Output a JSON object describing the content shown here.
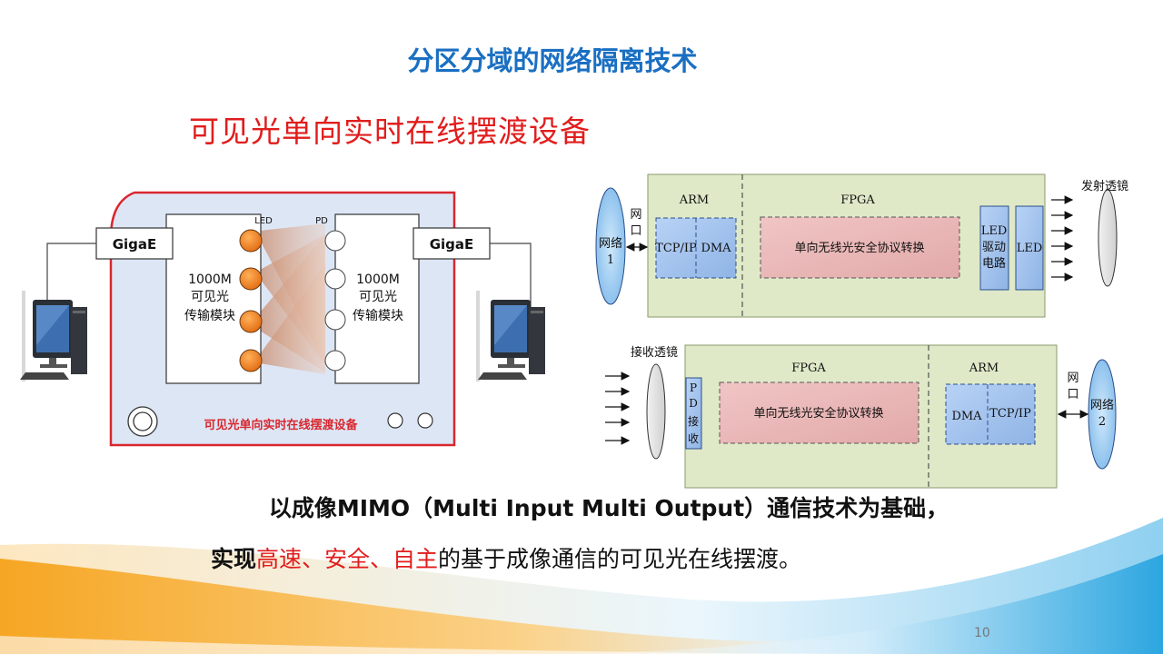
{
  "slide": {
    "title": "分区分域的网络隔离技术",
    "subtitle": "可见光单向实时在线摆渡设备",
    "line1": "以成像MIMO（Multi Input Multi Output）通信技术为基础，",
    "line2": {
      "prefix": "实现",
      "highlight": "高速、安全、自主",
      "suffix": "的基于成像通信的可见光在线摆渡。"
    },
    "page_number": "10"
  },
  "device_diagram": {
    "gige_left": "GigaE",
    "gige_right": "GigaE",
    "led_label": "LED",
    "pd_label": "PD",
    "module_left": [
      "1000M",
      "可见光",
      "传输模块"
    ],
    "module_right": [
      "1000M",
      "可见光",
      "传输模块"
    ],
    "device_name": "可见光单向实时在线摆渡设备"
  },
  "tx_diagram": {
    "arm": "ARM",
    "fpga": "FPGA",
    "port": [
      "网",
      "口"
    ],
    "network": [
      "网络",
      "1"
    ],
    "tcpip": "TCP/IP",
    "dma": "DMA",
    "protocol": "单向无线光安全协议转换",
    "led_driver": [
      "LED",
      "驱动",
      "电路"
    ],
    "led": "LED",
    "lens": "发射透镜"
  },
  "rx_diagram": {
    "lens": "接收透镜",
    "fpga": "FPGA",
    "arm": "ARM",
    "pd": [
      "P",
      "D",
      "接",
      "收"
    ],
    "protocol": "单向无线光安全协议转换",
    "dma": "DMA",
    "tcpip": "TCP/IP",
    "port": [
      "网",
      "口"
    ],
    "network": [
      "网络",
      "2"
    ]
  },
  "colors": {
    "title_blue": "#1a6fc2",
    "accent_red": "#e11d1d",
    "panel_green": "#dfe9c8",
    "device_fill": "#dde6f5",
    "led_orange": "#ee7b1f"
  }
}
